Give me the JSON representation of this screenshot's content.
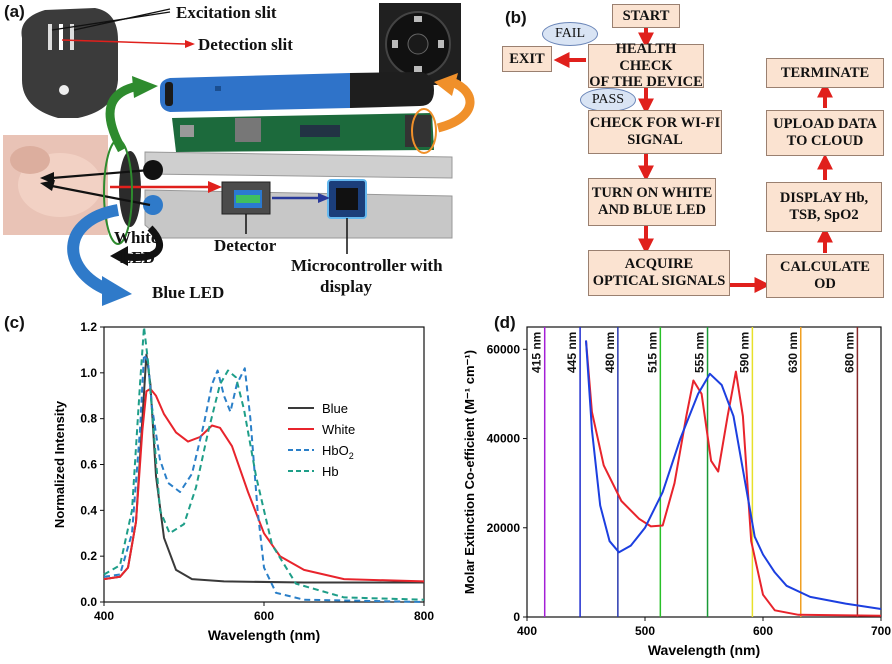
{
  "panel_a": {
    "label": "(a)",
    "excitation_slit": "Excitation slit",
    "detection_slit": "Detection slit",
    "white_led_line1": "White",
    "white_led_line2": "LED",
    "blue_led": "Blue LED",
    "detector": "Detector",
    "micro_line1": "Microcontroller with",
    "micro_line2": "display",
    "colors": {
      "device_blue": "#2f73c9",
      "pcb_green": "#1c6a3c",
      "arrow_green": "#2e8b2e",
      "arrow_orange": "#f0902a",
      "arrow_blue": "#2f7ac9",
      "arrow_red": "#e0201c"
    }
  },
  "panel_b": {
    "label": "(b)",
    "start": "START",
    "fail": "FAIL",
    "exit": "EXIT",
    "health_line1": "HEALTH CHECK",
    "health_line2": "OF THE DEVICE",
    "pass": "PASS",
    "wifi_line1": "CHECK FOR WI-FI",
    "wifi_line2": "SIGNAL",
    "led_line1": "TURN ON WHITE",
    "led_line2": "AND BLUE LED",
    "acq_line1": "ACQUIRE",
    "acq_line2": "OPTICAL SIGNALS",
    "terminate": "TERMINATE",
    "upload_line1": "UPLOAD DATA",
    "upload_line2": "TO CLOUD",
    "display_line1": "DISPLAY Hb,",
    "display_line2": "TSB, SpO2",
    "calc_line1": "CALCULATE",
    "calc_line2": "OD",
    "colors": {
      "box_fill": "#fbe3d1",
      "arrow": "#e0201c",
      "oval_fill": "#d9e4f4"
    }
  },
  "chart_data": [
    {
      "panel": "(c)",
      "type": "line",
      "xlabel": "Wavelength (nm)",
      "ylabel": "Normalized Intensity",
      "xlim": [
        400,
        800
      ],
      "ylim": [
        0,
        1.2
      ],
      "xticks": [
        "400",
        "600",
        "800"
      ],
      "yticks": [
        "0.0",
        "0.2",
        "0.4",
        "0.6",
        "0.8",
        "1.0",
        "1.2"
      ],
      "legend_position": "right",
      "series": [
        {
          "name": "Blue",
          "color": "#3a3a3a",
          "dash": "solid",
          "points": [
            [
              400,
              0.1
            ],
            [
              420,
              0.11
            ],
            [
              430,
              0.15
            ],
            [
              440,
              0.35
            ],
            [
              448,
              0.8
            ],
            [
              453,
              1.08
            ],
            [
              458,
              0.95
            ],
            [
              465,
              0.55
            ],
            [
              475,
              0.28
            ],
            [
              490,
              0.14
            ],
            [
              510,
              0.1
            ],
            [
              550,
              0.09
            ],
            [
              650,
              0.085
            ],
            [
              800,
              0.085
            ]
          ]
        },
        {
          "name": "White",
          "color": "#e8242c",
          "dash": "solid",
          "points": [
            [
              400,
              0.1
            ],
            [
              420,
              0.11
            ],
            [
              430,
              0.15
            ],
            [
              440,
              0.35
            ],
            [
              448,
              0.75
            ],
            [
              453,
              0.92
            ],
            [
              458,
              0.93
            ],
            [
              465,
              0.9
            ],
            [
              475,
              0.82
            ],
            [
              490,
              0.74
            ],
            [
              505,
              0.7
            ],
            [
              520,
              0.72
            ],
            [
              535,
              0.77
            ],
            [
              545,
              0.76
            ],
            [
              560,
              0.68
            ],
            [
              580,
              0.48
            ],
            [
              600,
              0.3
            ],
            [
              620,
              0.2
            ],
            [
              650,
              0.14
            ],
            [
              700,
              0.1
            ],
            [
              800,
              0.09
            ]
          ]
        },
        {
          "name": "HbO2",
          "color": "#2a7fc8",
          "dash": "dashed",
          "points": [
            [
              400,
              0.11
            ],
            [
              420,
              0.12
            ],
            [
              435,
              0.3
            ],
            [
              445,
              0.75
            ],
            [
              450,
              1.08
            ],
            [
              455,
              1.05
            ],
            [
              460,
              0.85
            ],
            [
              470,
              0.62
            ],
            [
              480,
              0.52
            ],
            [
              495,
              0.48
            ],
            [
              510,
              0.56
            ],
            [
              525,
              0.78
            ],
            [
              535,
              0.95
            ],
            [
              542,
              1.01
            ],
            [
              550,
              0.9
            ],
            [
              558,
              0.83
            ],
            [
              566,
              0.95
            ],
            [
              576,
              1.02
            ],
            [
              583,
              0.8
            ],
            [
              592,
              0.4
            ],
            [
              600,
              0.15
            ],
            [
              615,
              0.04
            ],
            [
              650,
              0.01
            ],
            [
              800,
              0.0
            ]
          ]
        },
        {
          "name": "Hb",
          "color": "#1e9e88",
          "dash": "dashed",
          "points": [
            [
              400,
              0.12
            ],
            [
              420,
              0.16
            ],
            [
              435,
              0.4
            ],
            [
              445,
              0.95
            ],
            [
              450,
              1.2
            ],
            [
              455,
              1.05
            ],
            [
              462,
              0.75
            ],
            [
              470,
              0.4
            ],
            [
              482,
              0.3
            ],
            [
              500,
              0.34
            ],
            [
              515,
              0.5
            ],
            [
              530,
              0.74
            ],
            [
              545,
              0.95
            ],
            [
              555,
              1.01
            ],
            [
              565,
              0.98
            ],
            [
              575,
              0.84
            ],
            [
              590,
              0.55
            ],
            [
              610,
              0.25
            ],
            [
              640,
              0.08
            ],
            [
              700,
              0.02
            ],
            [
              800,
              0.01
            ]
          ]
        }
      ]
    },
    {
      "panel": "(d)",
      "type": "line",
      "xlabel": "Wavelength (nm)",
      "ylabel": "Molar Extinction Co-efficient (M⁻¹ cm⁻¹)",
      "xlim": [
        400,
        700
      ],
      "ylim": [
        0,
        65000
      ],
      "xticks": [
        "400",
        "500",
        "600",
        "700"
      ],
      "yticks": [
        "0",
        "20000",
        "40000",
        "60000"
      ],
      "series": [
        {
          "name": "",
          "color": "#e8242c",
          "dash": "solid",
          "points": [
            [
              450,
              62000
            ],
            [
              455,
              46000
            ],
            [
              465,
              34000
            ],
            [
              480,
              26000
            ],
            [
              495,
              22000
            ],
            [
              505,
              20300
            ],
            [
              515,
              20500
            ],
            [
              525,
              30000
            ],
            [
              535,
              45000
            ],
            [
              541,
              53000
            ],
            [
              548,
              50000
            ],
            [
              556,
              35000
            ],
            [
              562,
              32600
            ],
            [
              570,
              45000
            ],
            [
              577,
              55000
            ],
            [
              583,
              45000
            ],
            [
              590,
              17000
            ],
            [
              600,
              5000
            ],
            [
              610,
              1500
            ],
            [
              630,
              500
            ],
            [
              700,
              300
            ]
          ]
        },
        {
          "name": "",
          "color": "#1c3fe0",
          "dash": "solid",
          "points": [
            [
              450,
              62000
            ],
            [
              455,
              42000
            ],
            [
              462,
              25000
            ],
            [
              470,
              17000
            ],
            [
              478,
              14500
            ],
            [
              488,
              16000
            ],
            [
              500,
              20000
            ],
            [
              515,
              28000
            ],
            [
              530,
              40000
            ],
            [
              545,
              50000
            ],
            [
              555,
              54500
            ],
            [
              565,
              52000
            ],
            [
              575,
              45000
            ],
            [
              585,
              30000
            ],
            [
              593,
              18000
            ],
            [
              600,
              14000
            ],
            [
              610,
              10000
            ],
            [
              620,
              7000
            ],
            [
              640,
              4500
            ],
            [
              670,
              3000
            ],
            [
              700,
              1800
            ]
          ]
        }
      ],
      "vlines": [
        {
          "label": "415 nm",
          "x": 415,
          "color": "#a31fd6"
        },
        {
          "label": "445 nm",
          "x": 445,
          "color": "#1e2ccf"
        },
        {
          "label": "480 nm",
          "x": 477,
          "color": "#2a3ab0"
        },
        {
          "label": "515 nm",
          "x": 513,
          "color": "#28c028"
        },
        {
          "label": "555 nm",
          "x": 553,
          "color": "#1a9a36"
        },
        {
          "label": "590 nm",
          "x": 591,
          "color": "#e8e02a"
        },
        {
          "label": "630 nm",
          "x": 632,
          "color": "#f0a020"
        },
        {
          "label": "680 nm",
          "x": 680,
          "color": "#8a2a2a"
        }
      ]
    }
  ]
}
